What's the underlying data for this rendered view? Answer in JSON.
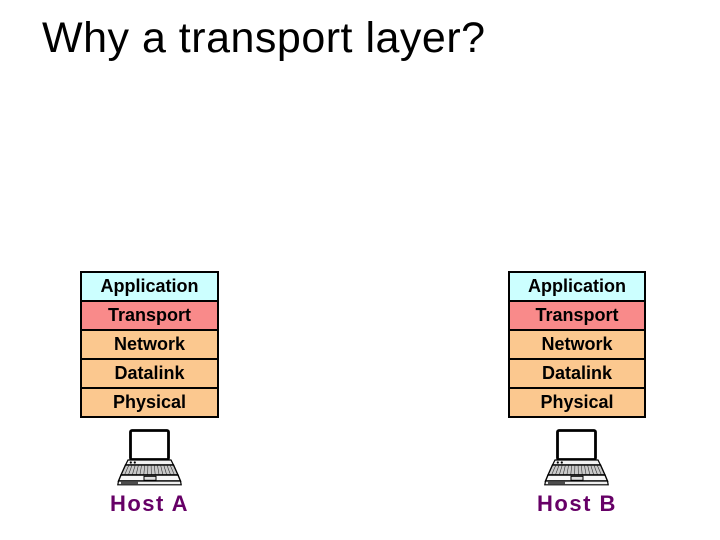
{
  "title": "Why a transport layer?",
  "colors": {
    "background": "#FFFFFF",
    "title_text": "#000000",
    "application_bg": "#CCFFFF",
    "transport_bg": "#F98A8A",
    "lower_layers_bg": "#FBC88F",
    "box_border": "#000000",
    "host_label_text": "#660066"
  },
  "icons": {
    "host_icon": "laptop-computer-icon"
  },
  "stacks": [
    {
      "host": "Host A",
      "layers": [
        "Application",
        "Transport",
        "Network",
        "Datalink",
        "Physical"
      ]
    },
    {
      "host": "Host B",
      "layers": [
        "Application",
        "Transport",
        "Network",
        "Datalink",
        "Physical"
      ]
    }
  ]
}
